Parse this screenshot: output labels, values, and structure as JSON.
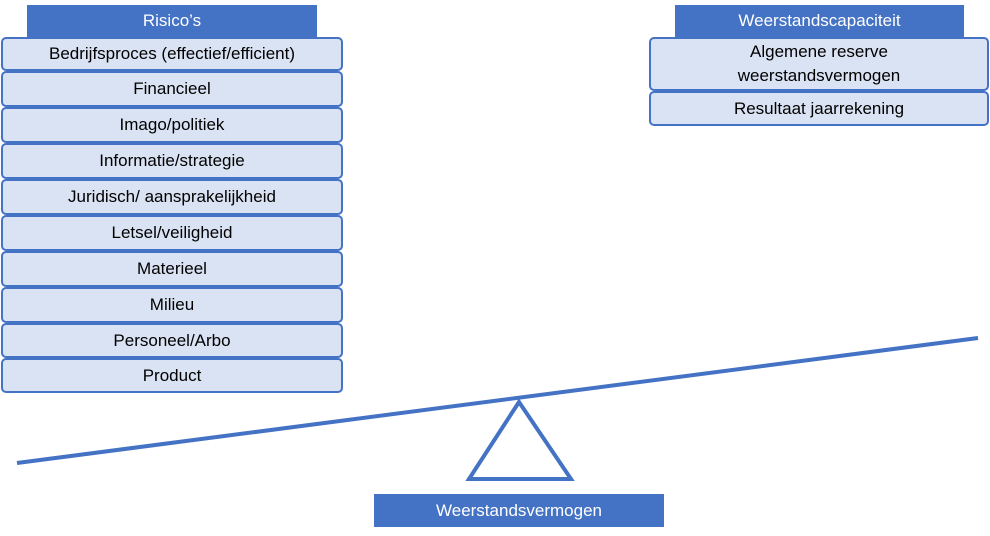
{
  "risks": {
    "header": "Risico’s",
    "items": [
      "Bedrijfsproces (effectief/efficient)",
      "Financieel",
      "Imago/politiek",
      "Informatie/strategie",
      "Juridisch/ aansprakelijkheid",
      "Letsel/veiligheid",
      "Materieel",
      "Milieu",
      "Personeel/Arbo",
      "Product"
    ]
  },
  "capacity": {
    "header": "Weerstandscapaciteit",
    "items": [
      "Algemene reserve weerstandsvermogen",
      "Resultaat jaarrekening"
    ]
  },
  "fulcrum_label": "Weerstandsvermogen",
  "colors": {
    "accent": "#4472c4",
    "box_fill": "#dae3f3",
    "text": "#000000",
    "header_text": "#ffffff"
  }
}
